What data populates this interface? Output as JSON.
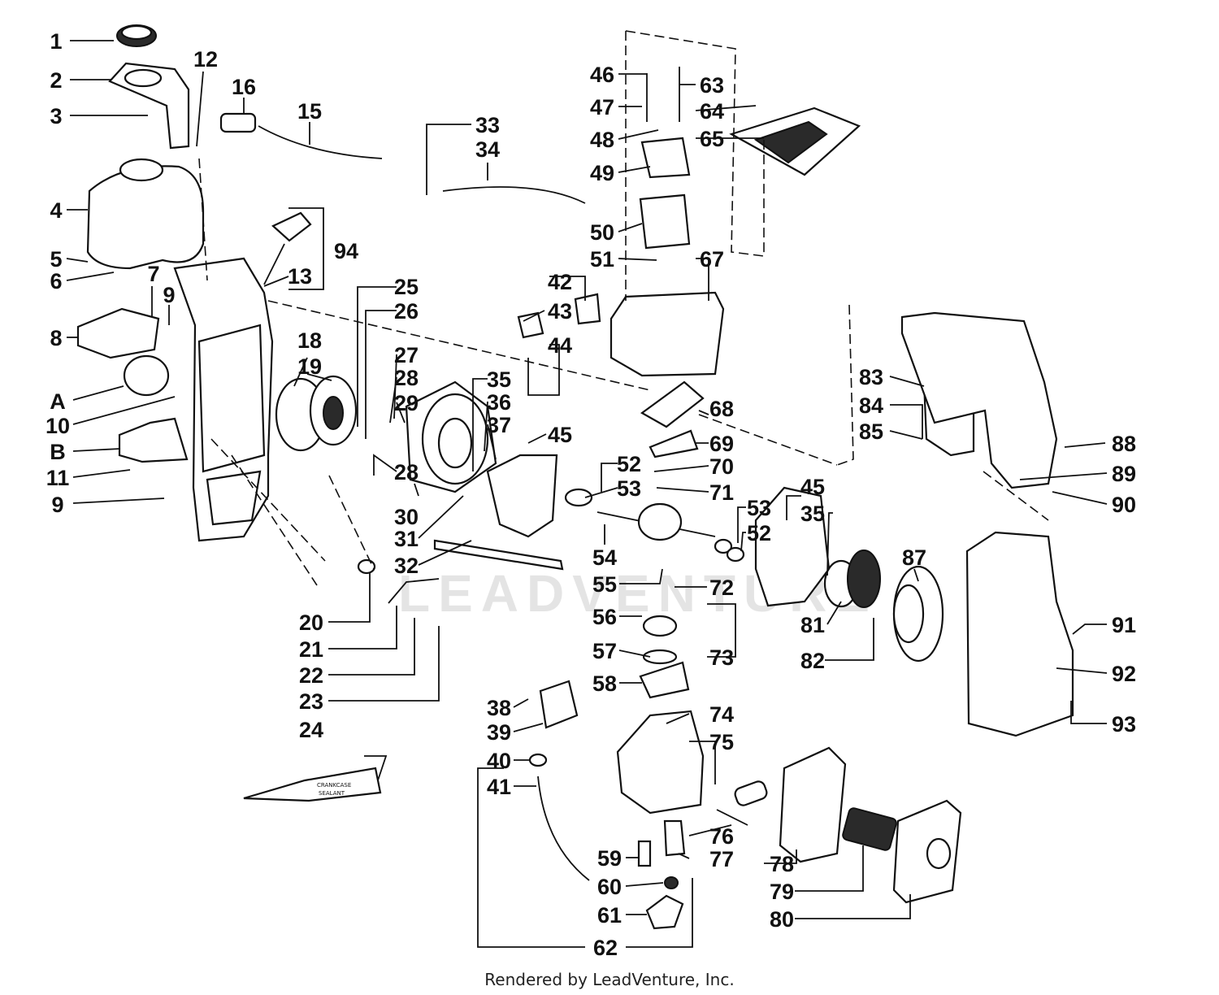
{
  "callouts": [
    {
      "id": "1"
    },
    {
      "id": "2"
    },
    {
      "id": "3"
    },
    {
      "id": "4"
    },
    {
      "id": "5"
    },
    {
      "id": "6"
    },
    {
      "id": "7"
    },
    {
      "id": "8"
    },
    {
      "id": "9"
    },
    {
      "id": "A"
    },
    {
      "id": "10"
    },
    {
      "id": "B"
    },
    {
      "id": "11"
    },
    {
      "id": "9b",
      "text": "9"
    },
    {
      "id": "12"
    },
    {
      "id": "13"
    },
    {
      "id": "15"
    },
    {
      "id": "16"
    },
    {
      "id": "18"
    },
    {
      "id": "19"
    },
    {
      "id": "20"
    },
    {
      "id": "21"
    },
    {
      "id": "22"
    },
    {
      "id": "23"
    },
    {
      "id": "24"
    },
    {
      "id": "25"
    },
    {
      "id": "26"
    },
    {
      "id": "27"
    },
    {
      "id": "28"
    },
    {
      "id": "28b",
      "text": "28"
    },
    {
      "id": "29"
    },
    {
      "id": "30"
    },
    {
      "id": "31"
    },
    {
      "id": "32"
    },
    {
      "id": "33"
    },
    {
      "id": "34"
    },
    {
      "id": "35"
    },
    {
      "id": "35b",
      "text": "35"
    },
    {
      "id": "36"
    },
    {
      "id": "37"
    },
    {
      "id": "38"
    },
    {
      "id": "39"
    },
    {
      "id": "40"
    },
    {
      "id": "41"
    },
    {
      "id": "42"
    },
    {
      "id": "43"
    },
    {
      "id": "44"
    },
    {
      "id": "45"
    },
    {
      "id": "45b",
      "text": "45"
    },
    {
      "id": "46"
    },
    {
      "id": "47"
    },
    {
      "id": "48"
    },
    {
      "id": "49"
    },
    {
      "id": "50"
    },
    {
      "id": "51"
    },
    {
      "id": "52"
    },
    {
      "id": "52b",
      "text": "52"
    },
    {
      "id": "53"
    },
    {
      "id": "53b",
      "text": "53"
    },
    {
      "id": "54"
    },
    {
      "id": "55"
    },
    {
      "id": "56"
    },
    {
      "id": "57"
    },
    {
      "id": "58"
    },
    {
      "id": "59"
    },
    {
      "id": "60"
    },
    {
      "id": "61"
    },
    {
      "id": "62"
    },
    {
      "id": "63"
    },
    {
      "id": "64"
    },
    {
      "id": "65"
    },
    {
      "id": "67"
    },
    {
      "id": "68"
    },
    {
      "id": "69"
    },
    {
      "id": "70"
    },
    {
      "id": "71"
    },
    {
      "id": "72"
    },
    {
      "id": "73"
    },
    {
      "id": "74"
    },
    {
      "id": "75"
    },
    {
      "id": "76"
    },
    {
      "id": "77"
    },
    {
      "id": "78"
    },
    {
      "id": "79"
    },
    {
      "id": "80"
    },
    {
      "id": "81"
    },
    {
      "id": "82"
    },
    {
      "id": "83"
    },
    {
      "id": "84"
    },
    {
      "id": "85"
    },
    {
      "id": "87"
    },
    {
      "id": "88"
    },
    {
      "id": "89"
    },
    {
      "id": "90"
    },
    {
      "id": "91"
    },
    {
      "id": "92"
    },
    {
      "id": "93"
    },
    {
      "id": "94"
    }
  ],
  "tube_label_line1": "CRANKCASE",
  "tube_label_line2": "SEALANT",
  "watermark": "LEADVENTURE",
  "footer_credit": "Rendered by LeadVenture, Inc."
}
